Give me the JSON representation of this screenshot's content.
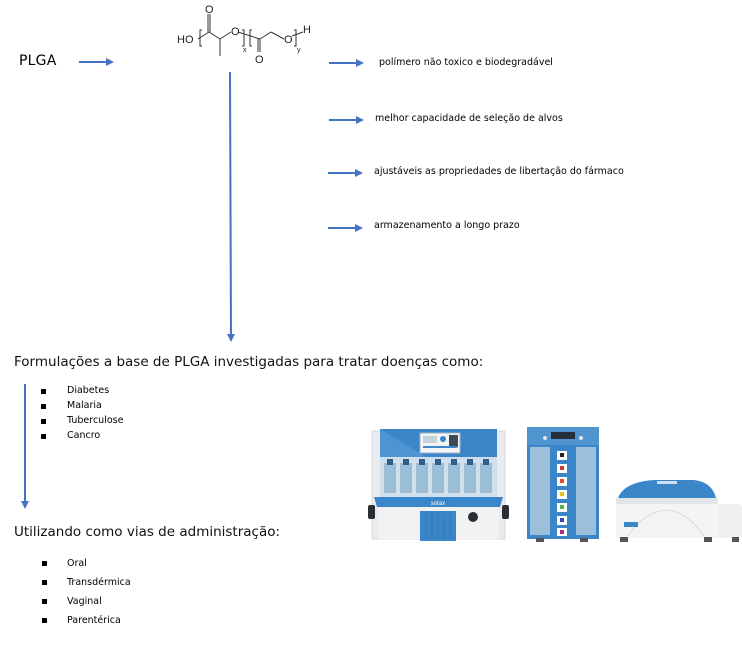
{
  "title": "PLGA",
  "molecule": {
    "name": "plga-structure",
    "labels": {
      "ho": "HO",
      "o1": "O",
      "o2": "O",
      "o3": "O",
      "o4": "O",
      "h": "H",
      "x": "x",
      "y": "y"
    }
  },
  "properties": [
    "polímero não toxico e biodegradável",
    "melhor capacidade de seleção de alvos",
    "ajustáveis as propriedades de libertação do fármaco",
    "armazenamento a longo prazo"
  ],
  "diseases": {
    "heading": "Formulações a base de PLGA investigadas para tratar doenças como:",
    "items": [
      "Diabetes",
      "Malaria",
      "Tuberculose",
      "Cancro"
    ]
  },
  "routes": {
    "heading": "Utilizando como vias de administração:",
    "items": [
      "Oral",
      "Transdérmica",
      "Vaginal",
      "Parentérica"
    ]
  },
  "equipment": {
    "brand_label": "sotax",
    "items": [
      "dissolution-tester",
      "flow-through-cell-system",
      "tablet-tester"
    ]
  },
  "colors": {
    "arrow": "#4472c4",
    "equipment_blue": "#3a86c8",
    "equipment_grey": "#e9ebee"
  }
}
